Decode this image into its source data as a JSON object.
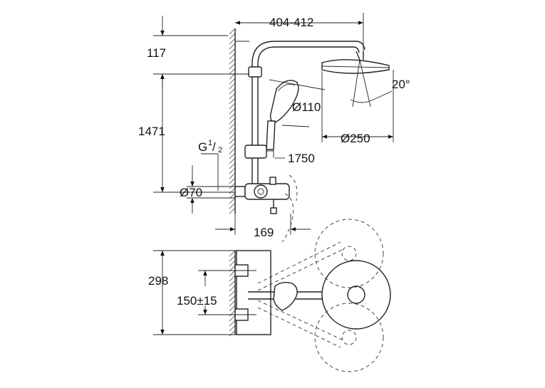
{
  "dimensions": {
    "width_range": "404-412",
    "top_offset": "117",
    "height_total": "1471",
    "thread_prefix": "G",
    "thread_num": "1",
    "thread_den": "2",
    "inlet_height": "1750",
    "flange_diameter": "Ø70",
    "projection": "169",
    "handshower_diameter": "Ø110",
    "headshower_diameter": "Ø250",
    "tilt_angle": "20°",
    "plan_depth": "298",
    "center_distance": "150±15"
  }
}
